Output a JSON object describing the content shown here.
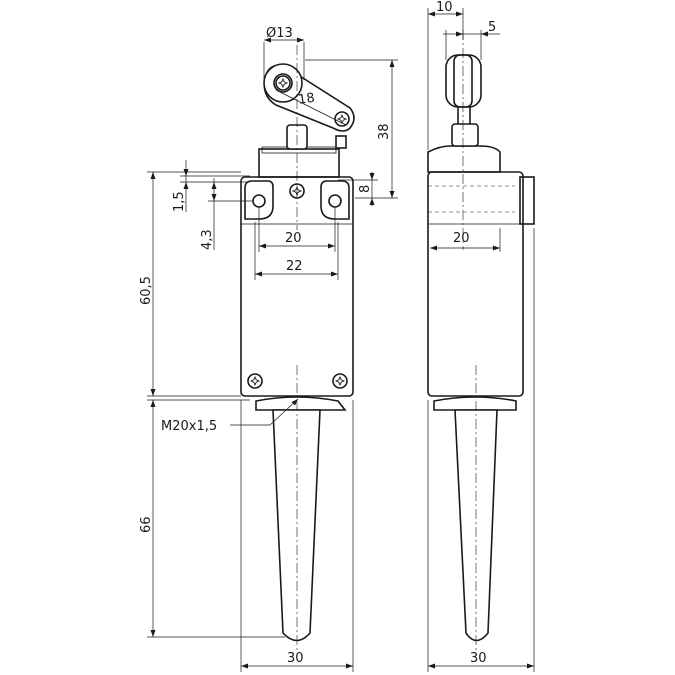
{
  "dimensions": {
    "roller_diameter": "Ø13",
    "arm_length": "18",
    "actuator_height": "38",
    "head_offset": "8",
    "offset_1_5": "1,5",
    "offset_4_3": "4,3",
    "hole_spacing": "20",
    "body_width_inner": "22",
    "body_height": "60,5",
    "lever_length": "66",
    "width_front": "30",
    "side_overall": "10",
    "roller_width": "5",
    "side_hole_spacing": "20",
    "width_side": "30"
  },
  "thread": "M20x1,5"
}
